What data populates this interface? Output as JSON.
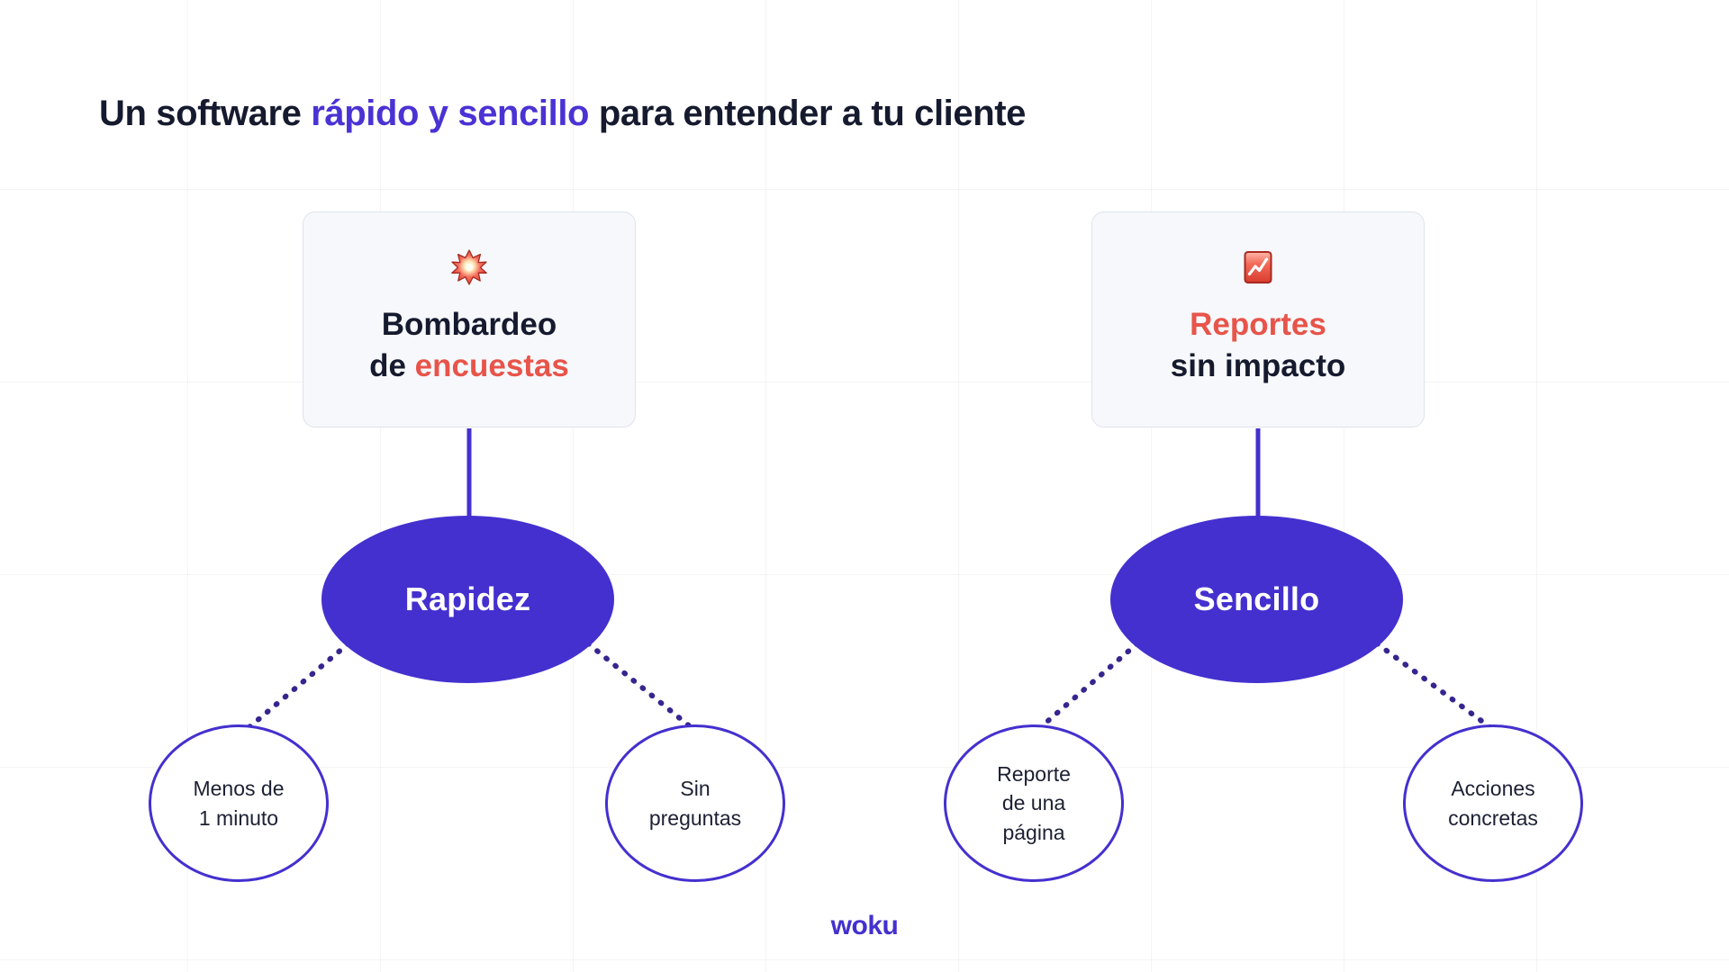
{
  "title": {
    "before": "Un software ",
    "highlight": "rápido y sencillo",
    "after": " para entender a tu cliente"
  },
  "colors": {
    "purple": "#4430cf",
    "purple_text": "#4a33d4",
    "red": "#e8544a",
    "dark": "#161a2e",
    "card_bg": "#f6f8fb",
    "card_border": "#dfe3ea",
    "grid": "#f0f0f0"
  },
  "cards": [
    {
      "id": "bombardeo",
      "icon": "collision-boom-icon",
      "emoji": "💥",
      "line1": "Bombardeo",
      "line2_prefix": "de ",
      "line2_accent": "encuestas",
      "line1_accent": false
    },
    {
      "id": "reportes",
      "icon": "chart-increasing-icon",
      "emoji": "📈",
      "line1": "Reportes",
      "line2_prefix": "sin impacto",
      "line2_accent": "",
      "line1_accent": true
    }
  ],
  "hubs": [
    {
      "id": "rapidez",
      "label": "Rapidez"
    },
    {
      "id": "sencillo",
      "label": "Sencillo"
    }
  ],
  "leaves": [
    {
      "id": "menos-de-1-minuto",
      "lines": [
        "Menos de",
        "1 minuto"
      ]
    },
    {
      "id": "sin-preguntas",
      "lines": [
        "Sin",
        "preguntas"
      ]
    },
    {
      "id": "reporte-de-una-pagina",
      "lines": [
        "Reporte",
        "de una",
        "página"
      ]
    },
    {
      "id": "acciones-concretas",
      "lines": [
        "Acciones",
        "concretas"
      ]
    }
  ],
  "logo": {
    "text": "woku"
  }
}
